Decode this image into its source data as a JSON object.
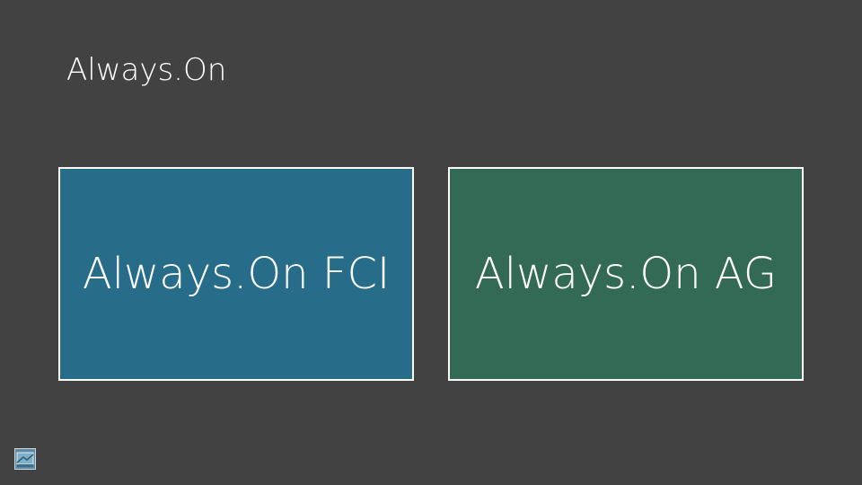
{
  "slide": {
    "title": "Always.On",
    "boxes": [
      {
        "label": "Always.On FCI",
        "color": "#276d8a"
      },
      {
        "label": "Always.On AG",
        "color": "#336a55"
      }
    ],
    "background_color": "#424242",
    "corner_icon": "slide-thumbnail-icon"
  }
}
